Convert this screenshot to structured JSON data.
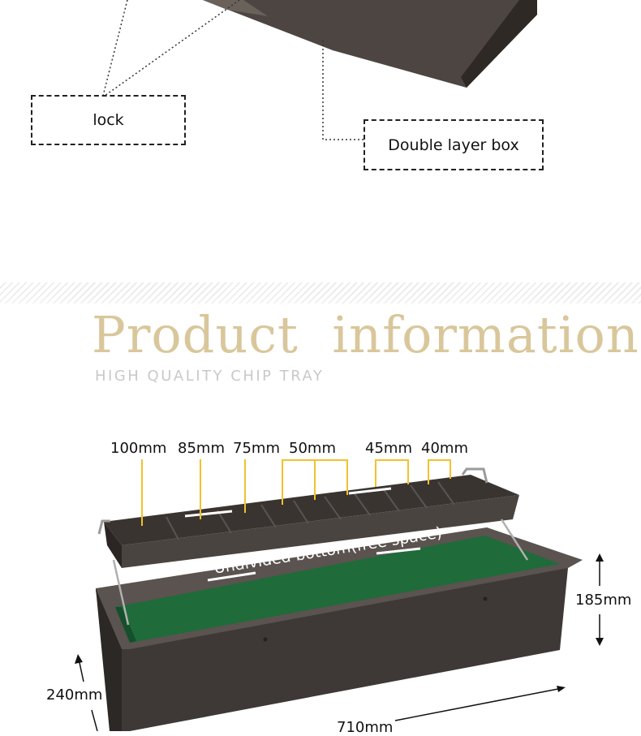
{
  "callouts": {
    "lock": "lock",
    "double_layer": "Double layer box"
  },
  "section": {
    "title": "Product  information",
    "subtitle": "HIGH QUALITY CHIP TRAY"
  },
  "dimensions": {
    "slots": [
      "100mm",
      "85mm",
      "75mm",
      "50mm",
      "45mm",
      "40mm"
    ],
    "height": "185mm",
    "depth": "240mm",
    "length": "710mm"
  },
  "bottom_label": "Undivided bottom(free space)",
  "colors": {
    "title": "#d9c79b",
    "subtitle": "#c9c9c9",
    "marker": "#f2c12e",
    "felt": "#1f6b3a",
    "metal": "#4a4440"
  }
}
